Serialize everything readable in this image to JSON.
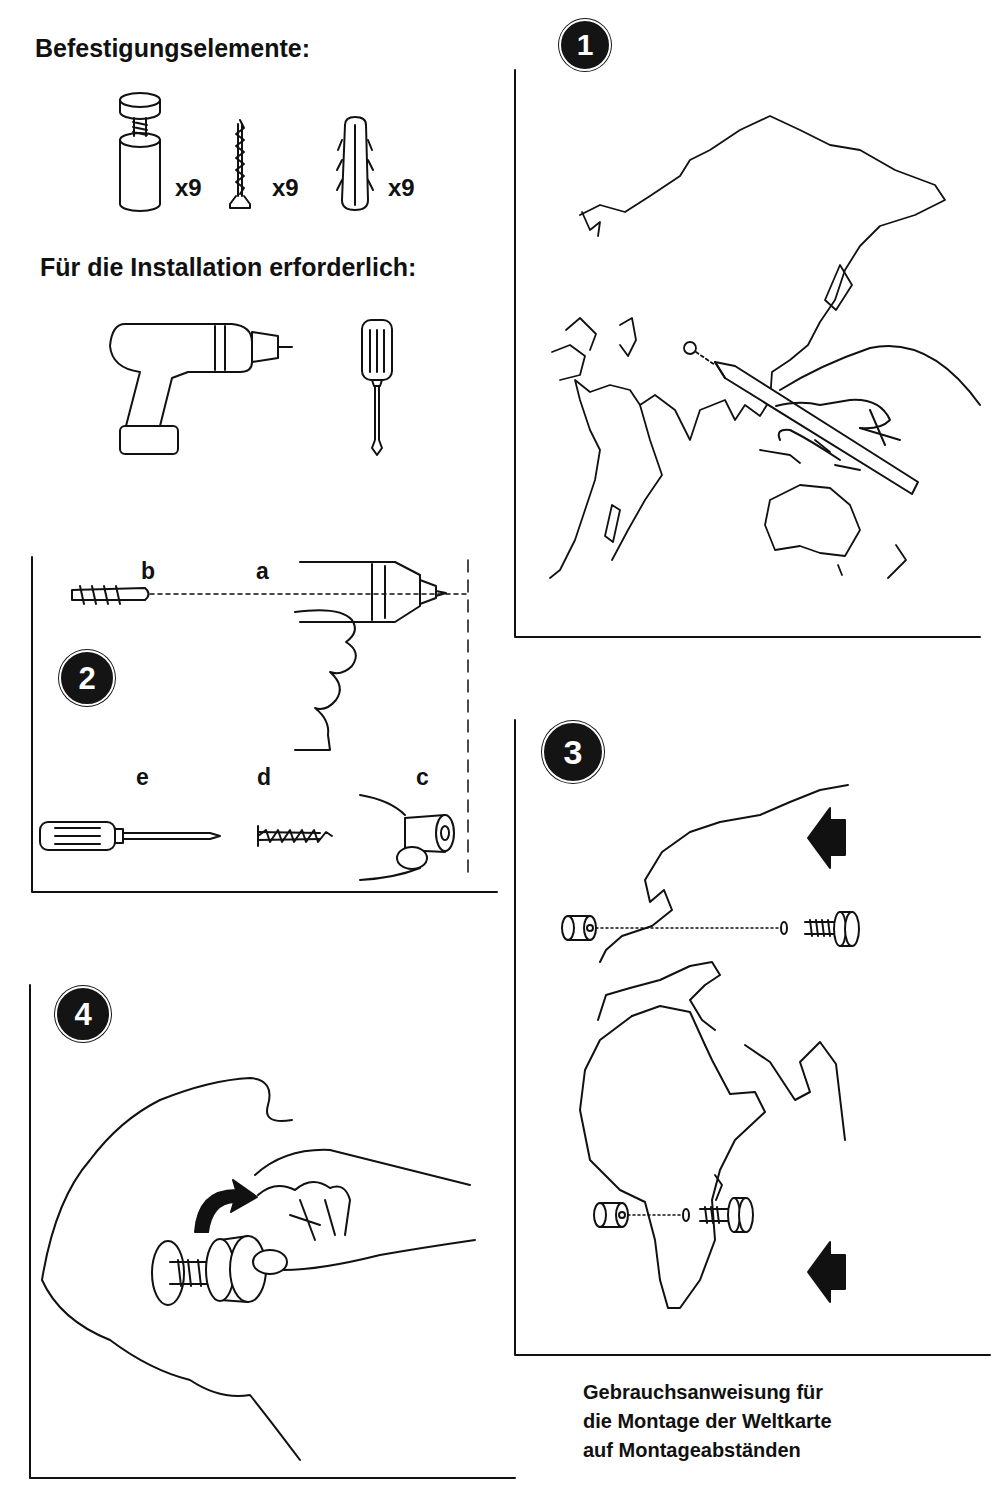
{
  "diagram": {
    "title": "Befestigungselemente:",
    "caption": "Gebrauchsanweisung für die Montage der Weltkarte auf Montageabständen",
    "nodes": [
      {
        "text": [
          "1"
        ]
      },
      {
        "text": [
          "2"
        ]
      },
      {
        "text": [
          "3"
        ]
      },
      {
        "text": [
          "4"
        ]
      }
    ],
    "labels": [
      "x9",
      "x9",
      "x9",
      "Für die Installation erforderlich:",
      "b",
      "a",
      "e",
      "d",
      "c"
    ]
  }
}
